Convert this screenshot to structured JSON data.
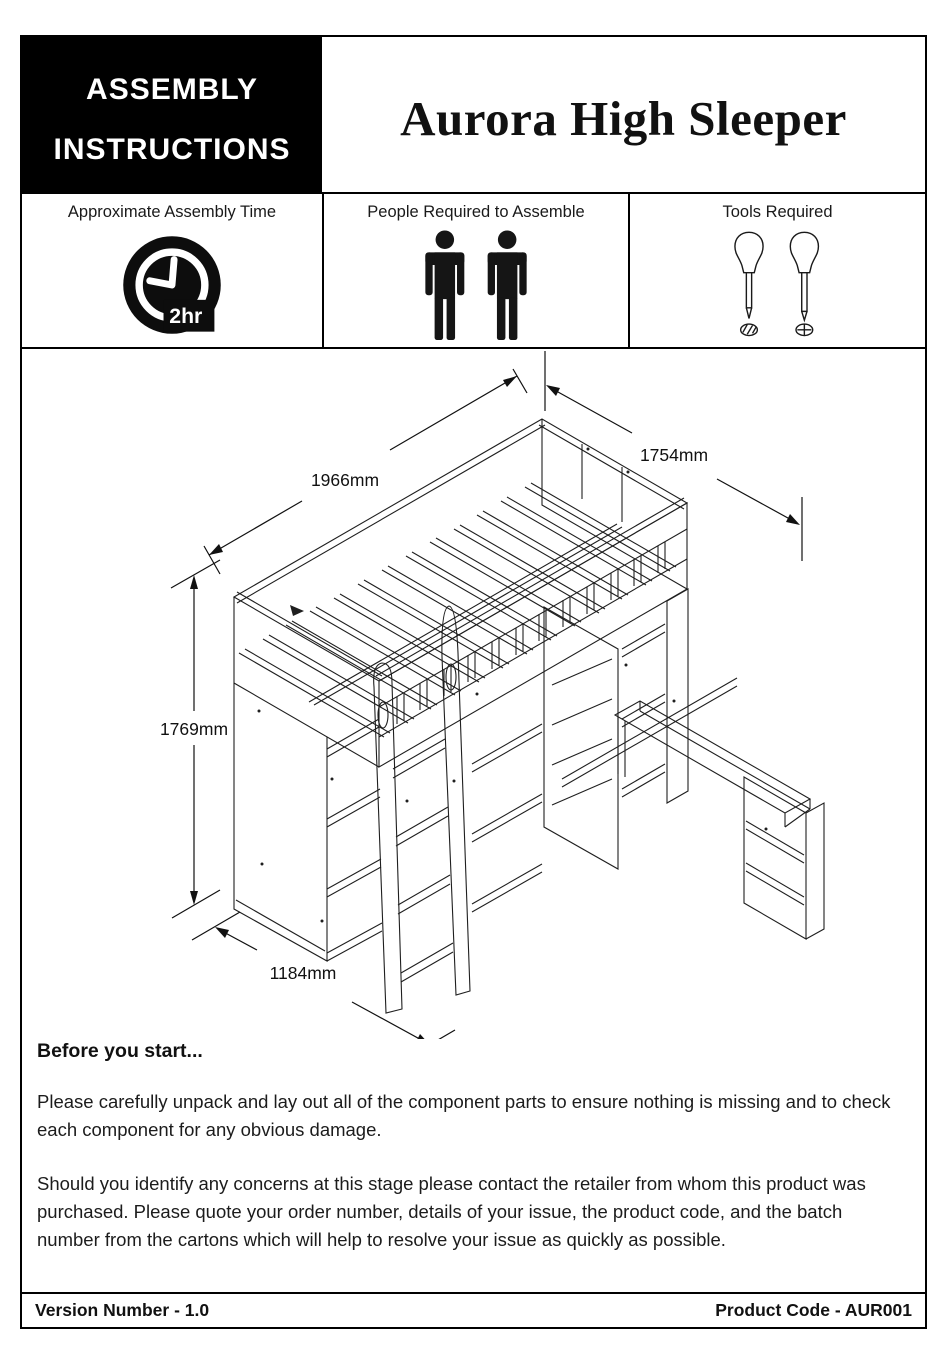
{
  "header": {
    "badge": {
      "line1": "ASSEMBLY",
      "line2": "INSTRUCTIONS"
    },
    "title": "Aurora High Sleeper"
  },
  "info_table": {
    "columns": [
      {
        "label": "Approximate Assembly Time",
        "icon": "clock-2hr-icon",
        "clock_label": "2hr"
      },
      {
        "label": "People Required to Assemble",
        "icon": "two-person-icon"
      },
      {
        "label": "Tools Required",
        "icons": [
          "flathead-screwdriver-icon",
          "phillips-screwdriver-icon"
        ]
      }
    ]
  },
  "diagram": {
    "alt": "high-sleeper-isometric-line-drawing",
    "dimensions": {
      "length": "1966mm",
      "overall_depth": "1754mm",
      "height": "1769mm",
      "base_depth": "1184mm"
    }
  },
  "notes": {
    "heading": "Before you start...",
    "para1": "Please carefully unpack and lay out all of the component parts to ensure nothing is missing and to check each component for any obvious damage.",
    "para2": "Should you identify any concerns at this stage please contact the retailer from whom this product was purchased. Please quote your order number, details of your issue, the product code, and the batch number from the cartons which will help to resolve your issue as quickly as possible."
  },
  "footer": {
    "version": "Version Number - 1.0",
    "product_code": "Product Code - AUR001"
  }
}
